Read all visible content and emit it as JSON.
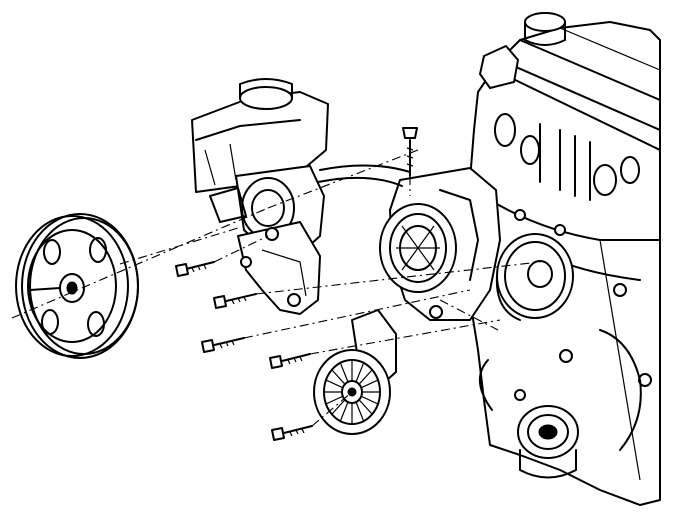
{
  "diagram": {
    "components": [
      {
        "id": "power-steering-pulley",
        "icon": "pulley-icon"
      },
      {
        "id": "power-steering-pump",
        "icon": "pump-icon"
      },
      {
        "id": "fluid-reservoir",
        "icon": "reservoir-icon"
      },
      {
        "id": "mounting-bracket",
        "icon": "bracket-icon"
      },
      {
        "id": "idler-pulley",
        "icon": "pulley-icon"
      },
      {
        "id": "belt-tensioner",
        "icon": "tensioner-icon"
      },
      {
        "id": "engine-block",
        "icon": "engine-icon"
      },
      {
        "id": "water-pump",
        "icon": "water-pump-icon"
      }
    ],
    "bolt_count": 6,
    "colors": {
      "line": "#000000",
      "background": "#ffffff"
    }
  }
}
